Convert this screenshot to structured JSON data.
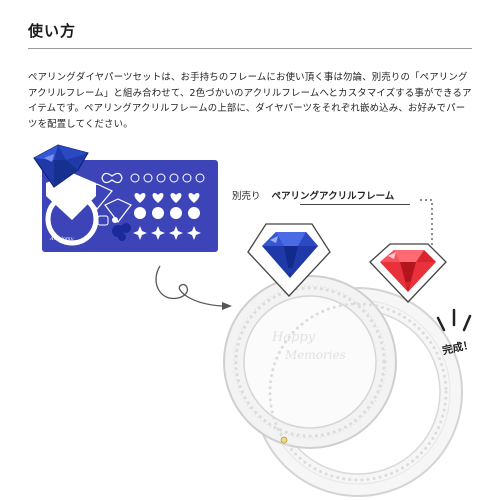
{
  "section": {
    "title": "使い方"
  },
  "description": "ペアリングダイヤパーツセットは、お手持ちのフレームにお使い頂く事は勿論、別売りの「ペアリングアクリルフレーム」と組み合わせて、2色づかいのアクリルフレームへとカスタマイズする事ができるアイテムです。ペアリングアクリルフレームの上部に、ダイヤパーツをそれぞれ嵌め込み、お好みでパーツを配置してください。",
  "caption": {
    "prefix": "別売り",
    "product": "ペアリングアクリルフレーム"
  },
  "sheet": {
    "brand_mark": "Amelomy"
  },
  "ring": {
    "script_text_1": "Happy",
    "script_text_2": "Memories"
  },
  "complete_label": "完成！",
  "colors": {
    "sheet_blue": "#3d44b8",
    "gem_blue": "#1f3aa8",
    "gem_red": "#e8313b",
    "ring_gray": "#d6d6d6"
  }
}
